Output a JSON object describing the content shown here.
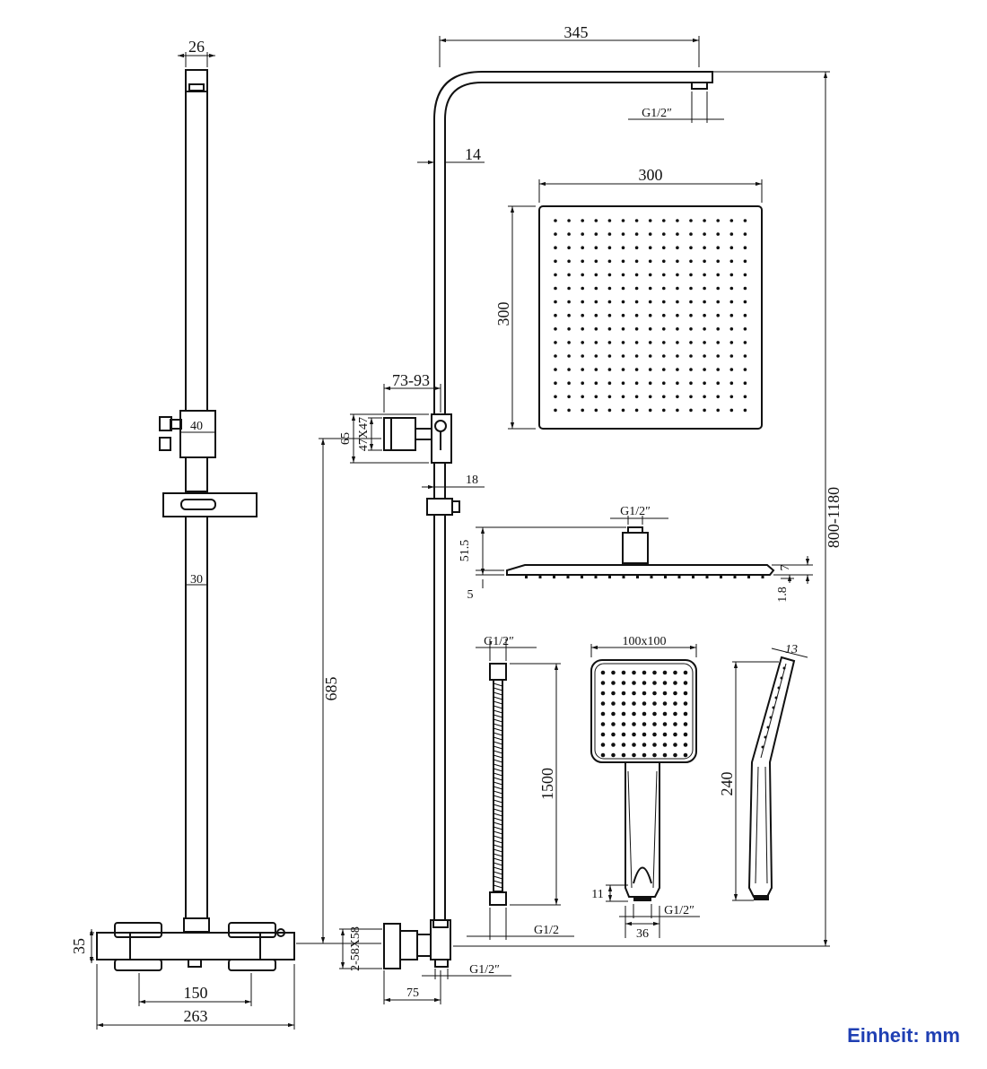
{
  "labels": {
    "rail_width": "26",
    "bracket_width": "40",
    "rail_diameter": "30",
    "valve_height": "35",
    "valve_center": "150",
    "valve_length": "263",
    "arm_length": "345",
    "arm_thread": "G1/2″",
    "pipe_diameter": "14",
    "wall_distance": "73-93",
    "bracket_height": "65",
    "bracket_size": "47X47",
    "slider_size": "18",
    "head_width": "300",
    "head_height": "300",
    "head_thread": "G1/2″",
    "head_connector_height": "51.5",
    "head_thickness_a": "5",
    "head_thickness_b": "7",
    "head_edge": "1.8",
    "pipe_height": "685",
    "total_height": "800-1180",
    "hose_thread": "G1/2″",
    "hose_length": "1500",
    "hose_bottom_thread": "G1/2",
    "hand_head_size": "100x100",
    "hand_length": "240",
    "hand_thickness": "13",
    "hand_connector": "11",
    "hand_width": "36",
    "hand_thread": "G1/2″",
    "inlet_size": "2-58X58",
    "inlet_offset": "75",
    "inlet_thread": "G1/2″"
  },
  "footer": {
    "unit": "Einheit: mm",
    "unit_color": "#1f3fb3"
  }
}
